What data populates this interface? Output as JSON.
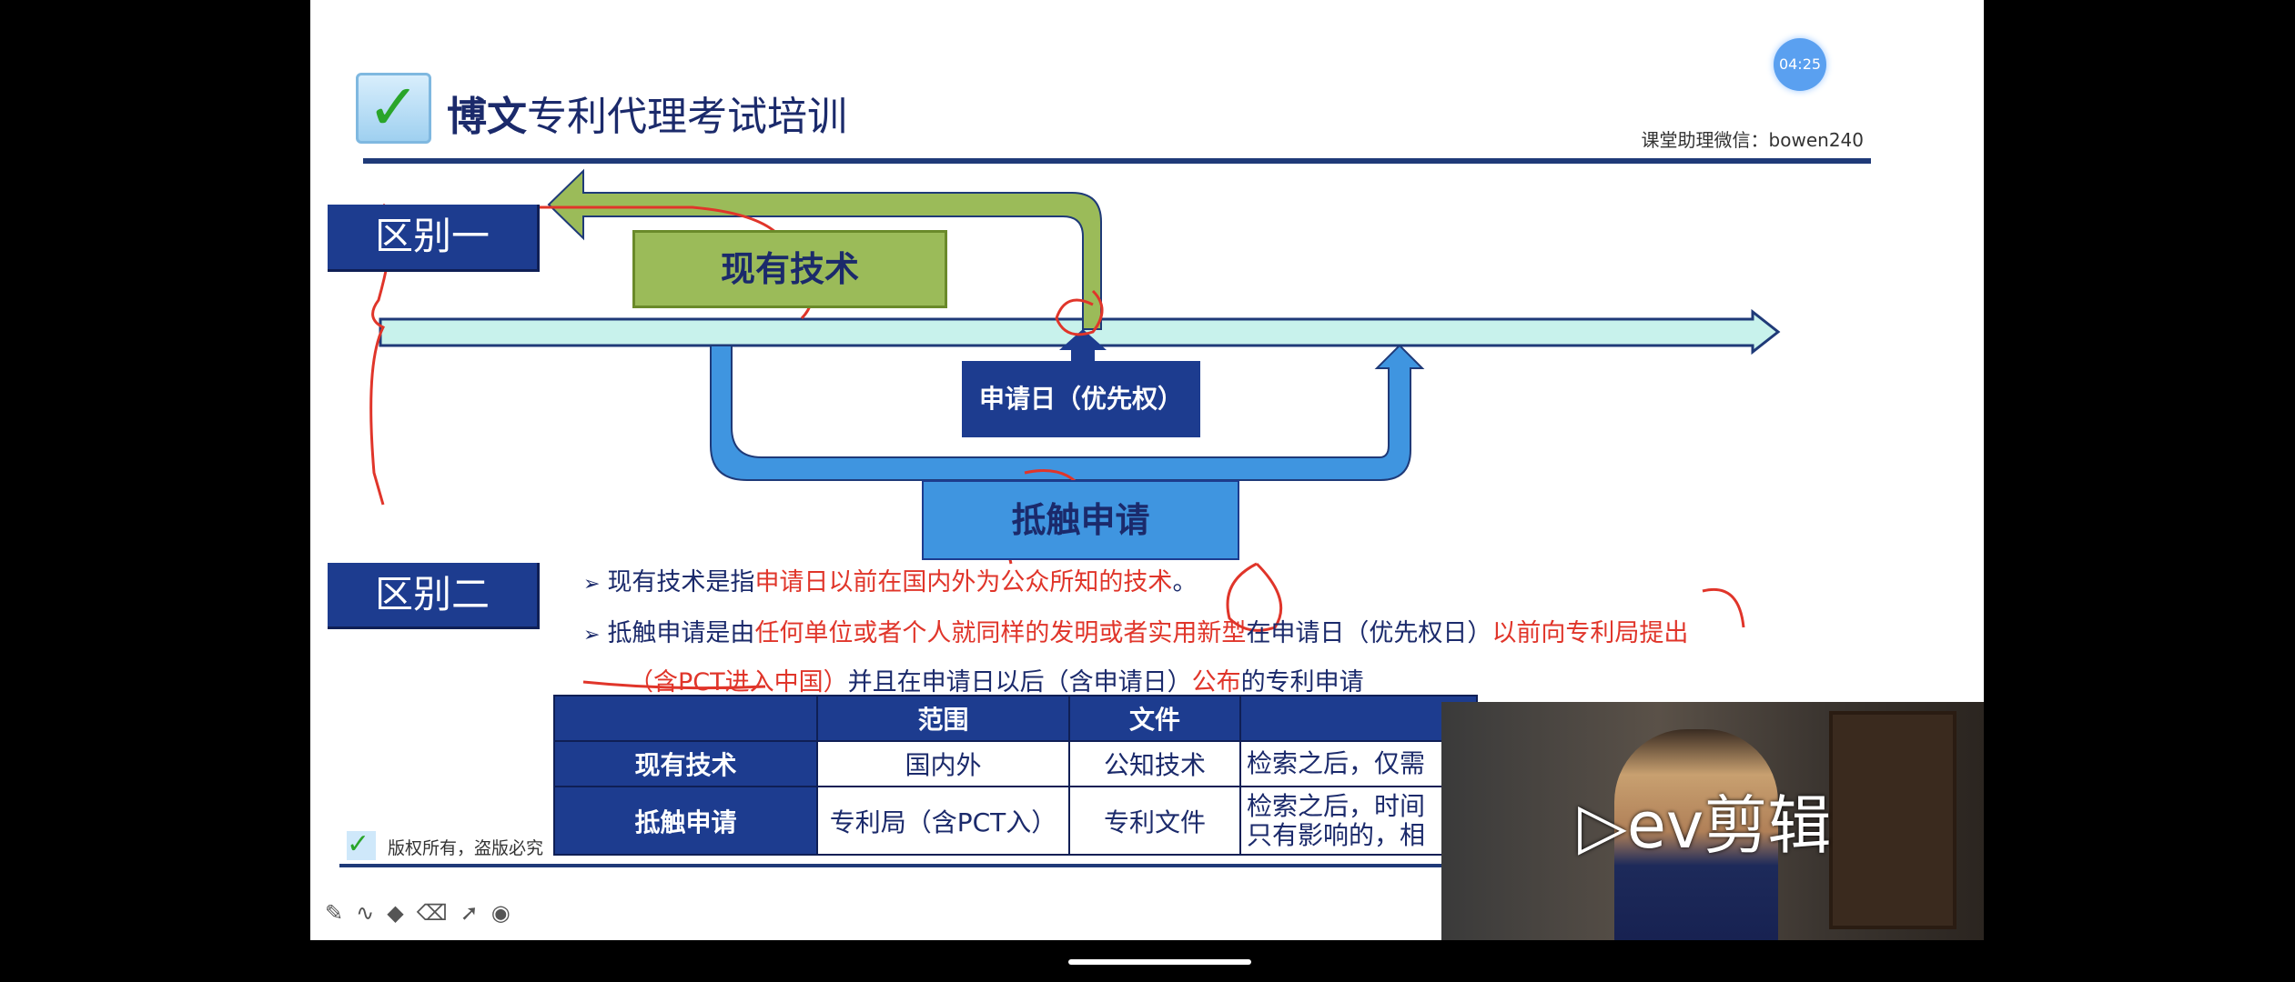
{
  "header": {
    "brand_bold": "博文",
    "brand_rest": "专利代理考试培训",
    "assistant": "课堂助理微信：bowen240",
    "timer": "04:25"
  },
  "diagram": {
    "diff1": "区别一",
    "prior_art": "现有技术",
    "application_date": "申请日（优先权）",
    "conflicting_application": "抵触申请",
    "diff2": "区别二"
  },
  "bullets": {
    "b1": [
      {
        "t": "现有技术是指",
        "red": false
      },
      {
        "t": "申请日以前在国内外为公众所知的技术",
        "red": true
      },
      {
        "t": "。",
        "red": false
      }
    ],
    "b2": [
      {
        "t": "抵触申请是由",
        "red": false
      },
      {
        "t": "任何单位或者个人就同样的发明或者实用新型",
        "red": true
      },
      {
        "t": "在申请日（优先权日）",
        "red": false
      },
      {
        "t": "以前向专利局提出",
        "red": true
      }
    ],
    "b3": [
      {
        "t": "（含PCT进入中国）",
        "red": true
      },
      {
        "t": "并且在申请日以后（含申请日）",
        "red": false
      },
      {
        "t": "公布",
        "red": true
      },
      {
        "t": "的专利申请",
        "red": false
      }
    ]
  },
  "table": {
    "headers": [
      "",
      "范围",
      "文件",
      ""
    ],
    "rows": [
      [
        "现有技术",
        "国内外",
        "公知技术",
        "检索之后，仅需"
      ],
      [
        "抵触申请",
        "专利局（含PCT入）",
        "专利文件",
        "检索之后，时间",
        "只有影响的，相"
      ]
    ]
  },
  "footer": {
    "copyright": "版权所有，盗版必究"
  },
  "webcam": {
    "watermark": "ev剪辑"
  },
  "colors": {
    "navy": "#1d3c8f",
    "green": "#9bbb59",
    "light_blue": "#3f95e0",
    "annotation_red": "#e0352a"
  }
}
